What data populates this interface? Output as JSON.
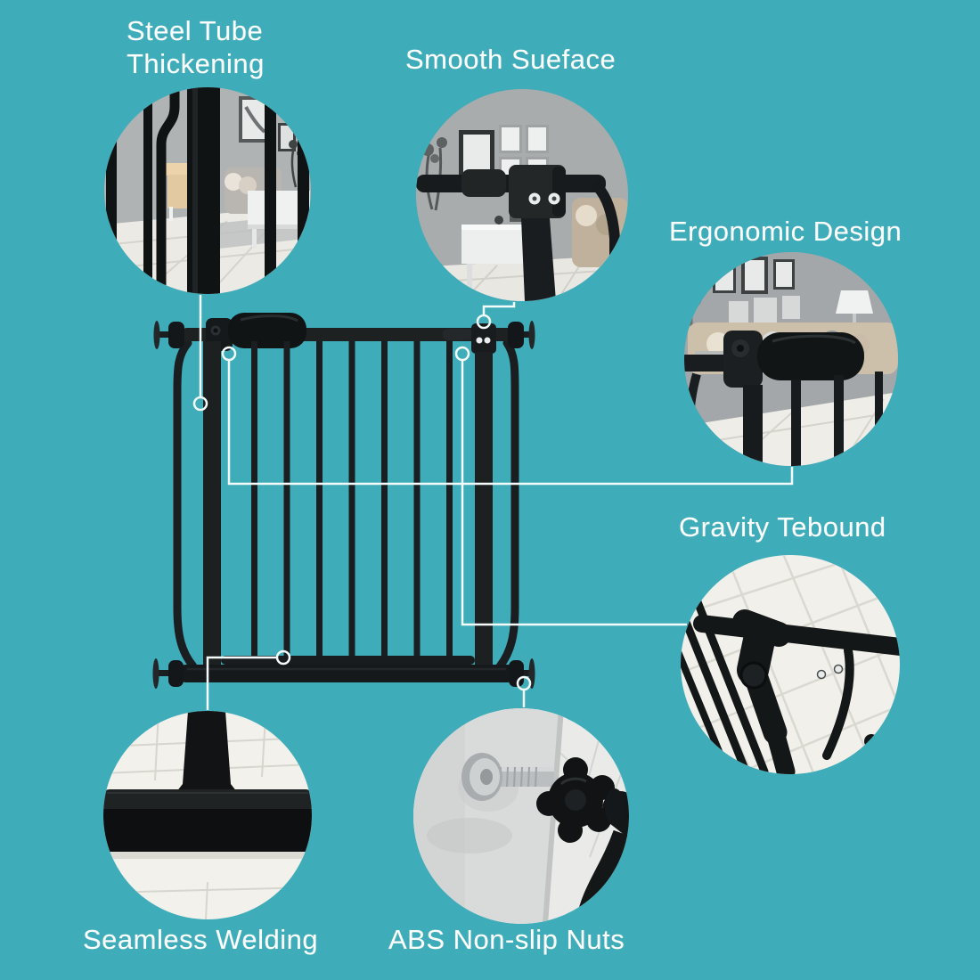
{
  "page": {
    "type": "product-feature-infographic",
    "product": "black metal pressure-mounted baby safety gate",
    "background_color": "#3eacb9"
  },
  "palette": {
    "gate_black": "#16191b",
    "callout_line": "#f3fbfb",
    "label_text": "#feffff",
    "photo_wall_gray": "#a9acad",
    "photo_floor": "#f1f0ea"
  },
  "features": {
    "steel_tube": {
      "label": "Steel Tube\nThickening"
    },
    "smooth_surface": {
      "label": "Smooth Sueface"
    },
    "ergonomic_design": {
      "label": "Ergonomic Design"
    },
    "gravity_rebound": {
      "label": "Gravity Tebound"
    },
    "seamless_welding": {
      "label": "Seamless Welding"
    },
    "abs_nuts": {
      "label": "ABS Non-slip Nuts"
    }
  }
}
